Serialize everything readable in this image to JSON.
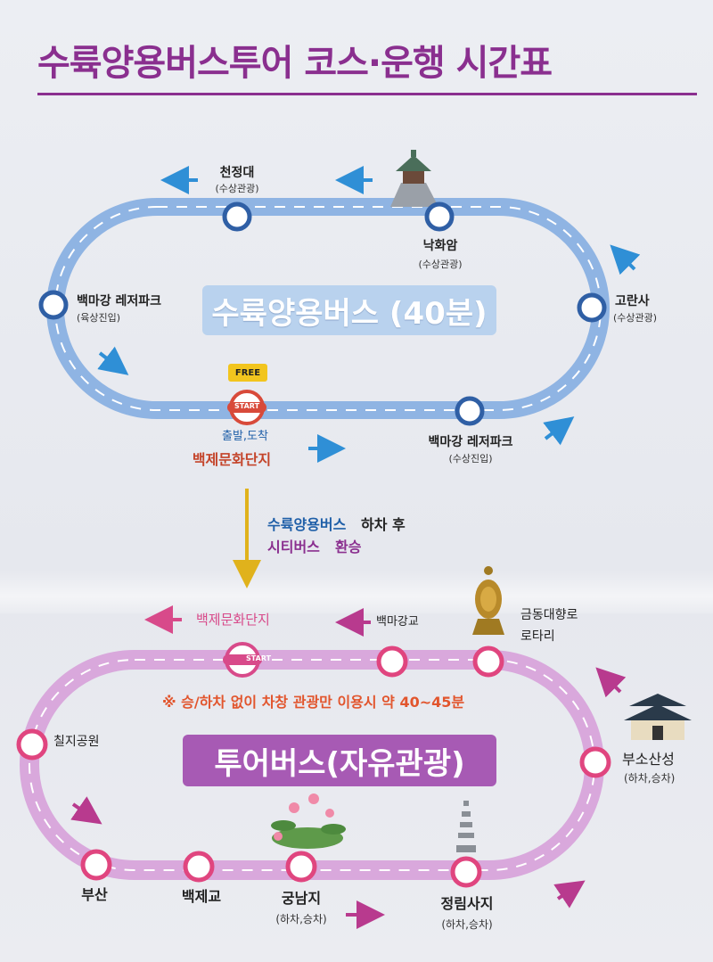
{
  "title": "수륙양용버스투어 코스·운행 시간표",
  "route_top": {
    "badge": "수륙양용버스 (40분)",
    "free_tag": "FREE",
    "start_tag": "START",
    "start_label": "출발,도착",
    "start_name": "백제문화단지",
    "stops": [
      {
        "name": "천정대",
        "sub": "(수상관광)"
      },
      {
        "name": "낙화암",
        "sub": "(수상관광)"
      },
      {
        "name": "고란사",
        "sub": "(수상관광)"
      },
      {
        "name": "백마강 레저파크",
        "sub": "(육상진입)"
      },
      {
        "name": "백마강 레저파크",
        "sub": "(수상진입)"
      }
    ]
  },
  "transfer": {
    "line1_a": "수륙양용버스",
    "line1_b": "하차 후",
    "line2_a": "시티버스",
    "line2_b": "환승"
  },
  "route_bottom": {
    "badge": "투어버스(자유관광)",
    "start_tag": "START",
    "notice": "※ 승/하차 없이 차창 관광만 이용시 약 40~45분",
    "top_labels": [
      "백제문화단지",
      "백마강교"
    ],
    "stops": [
      {
        "name": "금동대향로",
        "name2": "로타리"
      },
      {
        "name": "칠지공원"
      },
      {
        "name": "부소산성",
        "sub": "(하차,승차)"
      },
      {
        "name": "부산"
      },
      {
        "name": "백제교"
      },
      {
        "name": "궁남지",
        "sub": "(하차,승차)"
      },
      {
        "name": "정림사지",
        "sub": "(하차,승차)"
      }
    ]
  },
  "colors": {
    "top_route": "#8fb4e3",
    "top_stop": "#2f5fa5",
    "bottom_route": "#d9a8dc",
    "bottom_stop": "#e0457f",
    "title": "#8a2f8f",
    "arrow_blue": "#2f8fd6",
    "arrow_pink": "#b83a8e"
  }
}
